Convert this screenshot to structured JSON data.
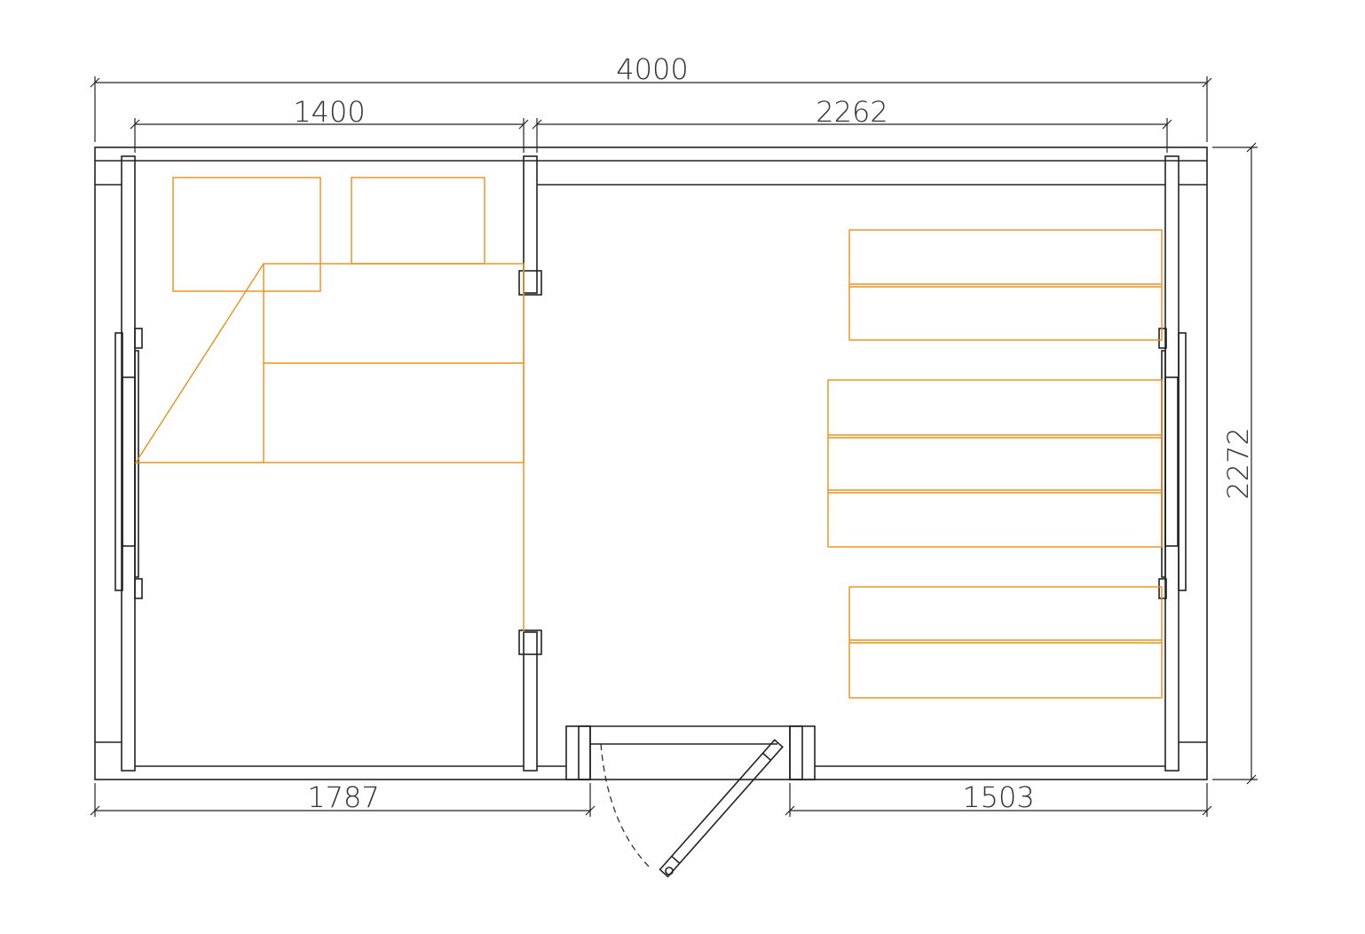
{
  "title": "Floor plan",
  "colors": {
    "wall": "#222222",
    "furniture": "#e8901a"
  },
  "dimensions": {
    "total_width": "4000",
    "left_room_width": "1400",
    "right_room_width": "2262",
    "bottom_left": "1787",
    "bottom_right": "1503",
    "total_depth": "2272"
  }
}
